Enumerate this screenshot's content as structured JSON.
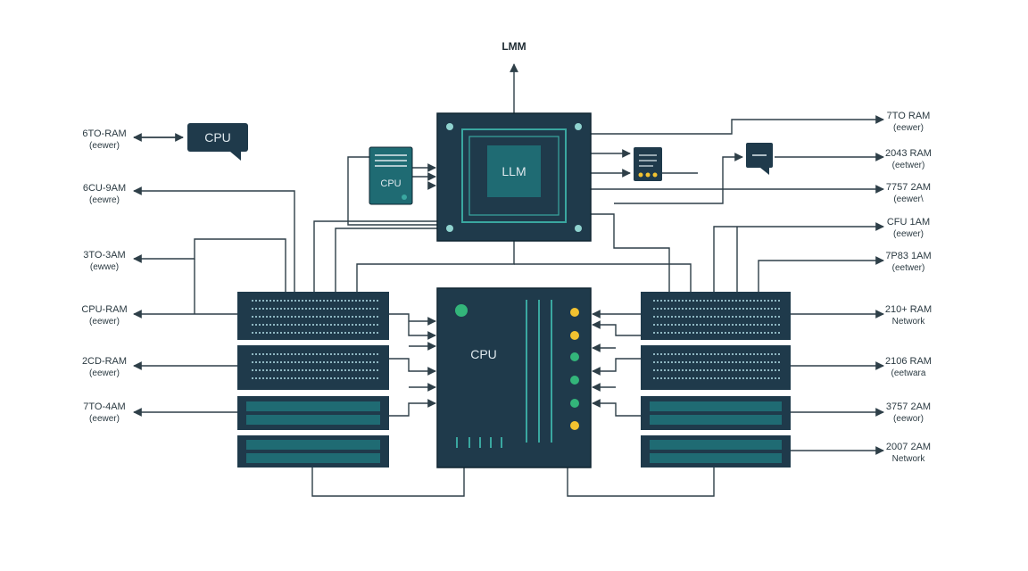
{
  "top": {
    "title": "LMM"
  },
  "main_chip": {
    "label": "LLM"
  },
  "cpu_chip": {
    "label": "CPU"
  },
  "callout": {
    "label": "CPU"
  },
  "doc_card": {
    "label": "CPU"
  },
  "left_labels": [
    {
      "line1": "6TO-RAM",
      "line2": "(eewer)"
    },
    {
      "line1": "6CU-9AM",
      "line2": "(eewre)"
    },
    {
      "line1": "3TO-3AM",
      "line2": "(ewwe)"
    },
    {
      "line1": "CPU-RAM",
      "line2": "(eewer)"
    },
    {
      "line1": "2CD-RAM",
      "line2": "(eewer)"
    },
    {
      "line1": "7TO-4AM",
      "line2": "(eewer)"
    }
  ],
  "right_labels": [
    {
      "line1": "7TO RAM",
      "line2": "(eewer)"
    },
    {
      "line1": "2043 RAM",
      "line2": "(eetwer)"
    },
    {
      "line1": "7757 2AM",
      "line2": "(eewer\\"
    },
    {
      "line1": "CFU 1AM",
      "line2": "(eewer)"
    },
    {
      "line1": "7P83 1AM",
      "line2": "(eetwer)"
    },
    {
      "line1": "210+ RAM",
      "line2": "Network"
    },
    {
      "line1": "2106 RAM",
      "line2": "(eetwara"
    },
    {
      "line1": "3757 2AM",
      "line2": "(eewor)"
    },
    {
      "line1": "2007 2AM",
      "line2": "Network"
    }
  ],
  "colors": {
    "chip": "#1f3a4b",
    "chip_border": "#0f2430",
    "teal": "#3aa7a0",
    "teal_dark": "#1f6b73",
    "line": "#2e3f48",
    "yellow": "#f2c230",
    "green": "#33b57a"
  }
}
